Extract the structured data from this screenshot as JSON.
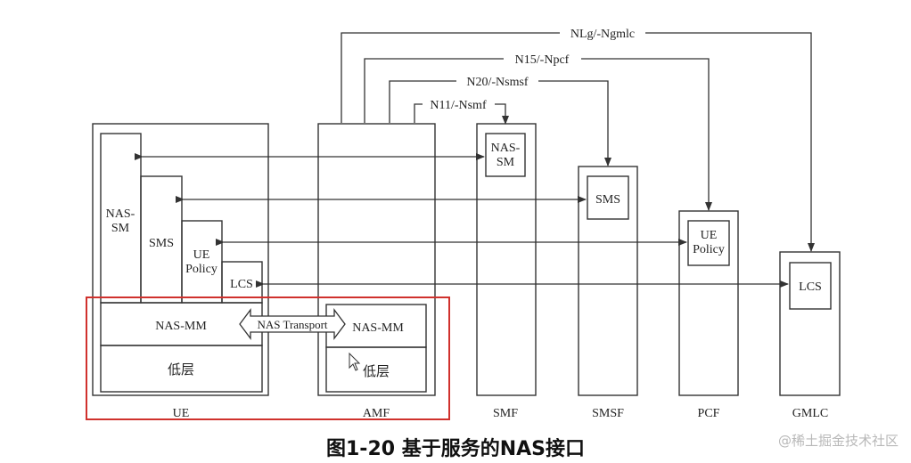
{
  "interfaces": {
    "nlg": "NLg/-Ngmlc",
    "n15": "N15/-Npcf",
    "n20": "N20/-Nsmsf",
    "n11": "N11/-Nsmf"
  },
  "ue": {
    "name": "UE",
    "nas_sm": "NAS-\nSM",
    "sms": "SMS",
    "ue_policy": "UE\nPolicy",
    "lcs": "LCS",
    "nas_mm": "NAS-MM",
    "lower": "低层"
  },
  "amf": {
    "name": "AMF",
    "nas_mm": "NAS-MM",
    "lower": "低层"
  },
  "transport": "NAS Transport",
  "smf": {
    "name": "SMF",
    "nas_sm": "NAS-\nSM"
  },
  "smsf": {
    "name": "SMSF",
    "sms": "SMS"
  },
  "pcf": {
    "name": "PCF",
    "ue_policy": "UE\nPolicy"
  },
  "gmlc": {
    "name": "GMLC",
    "lcs": "LCS"
  },
  "caption": "图1-20  基于服务的NAS接口",
  "watermark": "@稀土掘金技术社区",
  "colors": {
    "line": "#333333",
    "highlight": "#d0312d",
    "box_fill": "#f4f4f4"
  }
}
